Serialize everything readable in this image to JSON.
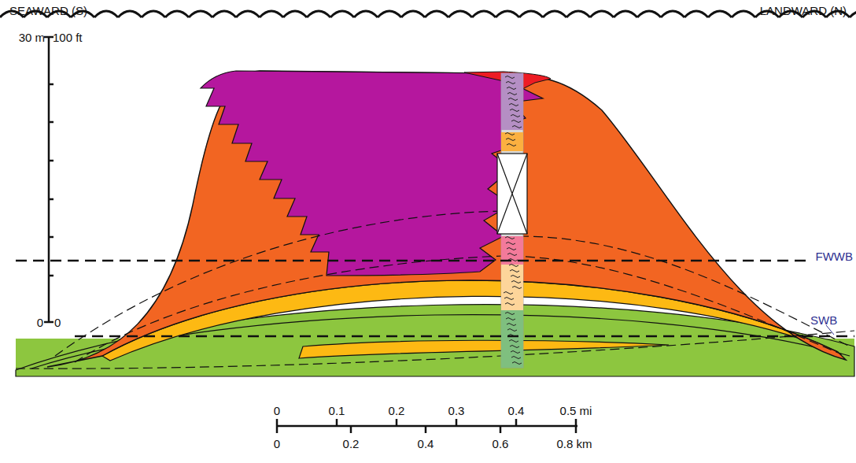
{
  "diagram": {
    "labels": [
      "SEAWARD (S)",
      "LANDWARD (N)",
      "30 m",
      "100 ft",
      "0",
      "0",
      "FWWB",
      "SWB",
      "0",
      "0.1",
      "0.2",
      "0.3",
      "0.4",
      "0.5 mi",
      "0",
      "0.2",
      "0.4",
      "0.6",
      "0.8 km"
    ]
  }
}
